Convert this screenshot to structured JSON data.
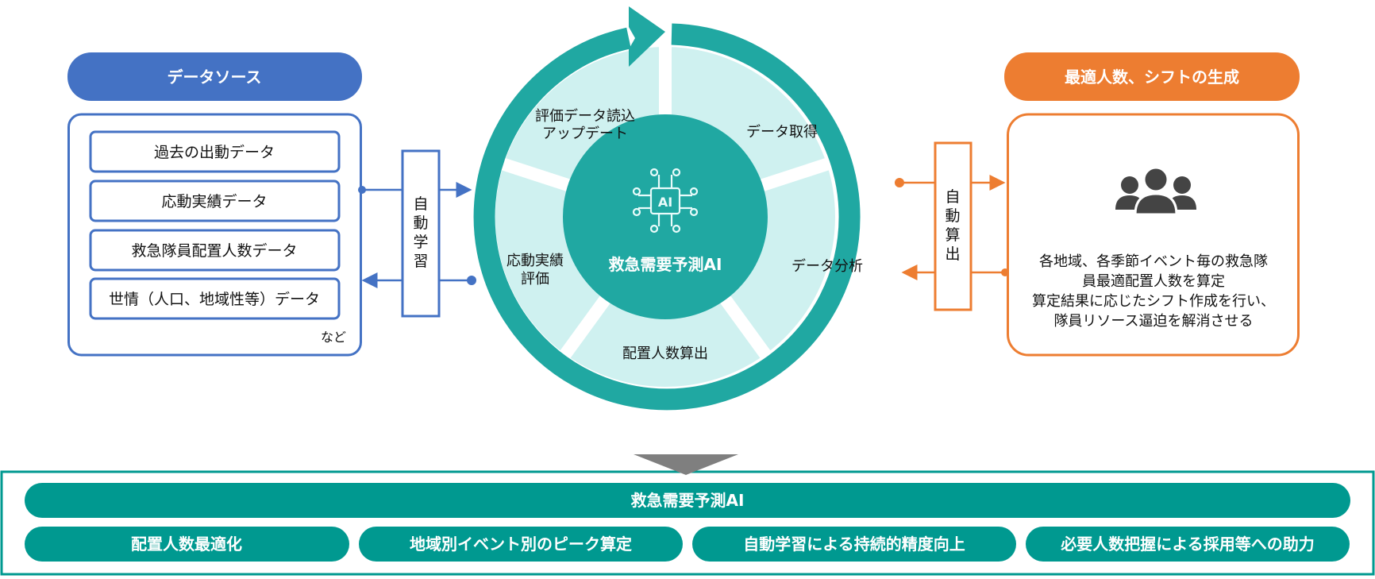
{
  "data_source": {
    "title": "データソース",
    "items": [
      "過去の出動データ",
      "応動実績データ",
      "救急隊員配置人数データ",
      "世情（人口、地域性等）データ"
    ],
    "etc": "など"
  },
  "auto_learning": {
    "chars": [
      "自",
      "動",
      "学",
      "習"
    ]
  },
  "cycle": {
    "center_label": "救急需要予測AI",
    "center_icon_text": "AI",
    "segments": {
      "acquire": "データ取得",
      "analyze": "データ分析",
      "calculate": "配置人数算出",
      "evaluate_1": "応動実績",
      "evaluate_2": "評価",
      "update_1": "評価データ読込",
      "update_2": "アップデート"
    }
  },
  "auto_calc": {
    "chars": [
      "自",
      "動",
      "算",
      "出"
    ]
  },
  "output": {
    "title": "最適人数、シフトの生成",
    "lines": [
      "各地域、各季節イベント毎の救急隊",
      "員最適配置人数を算定",
      "算定結果に応じたシフト作成を行い、",
      "隊員リソース逼迫を解消させる"
    ]
  },
  "summary": {
    "title": "救急需要予測AI",
    "benefits": [
      "配置人数最適化",
      "地域別イベント別のピーク算定",
      "自動学習による持続的精度向上",
      "必要人数把握による採用等への助力"
    ]
  },
  "colors": {
    "blue": "#4472c4",
    "orange": "#ed7d31",
    "teal": "#20a8a2",
    "teal_dark": "#009990",
    "light": "#cff1f0"
  }
}
